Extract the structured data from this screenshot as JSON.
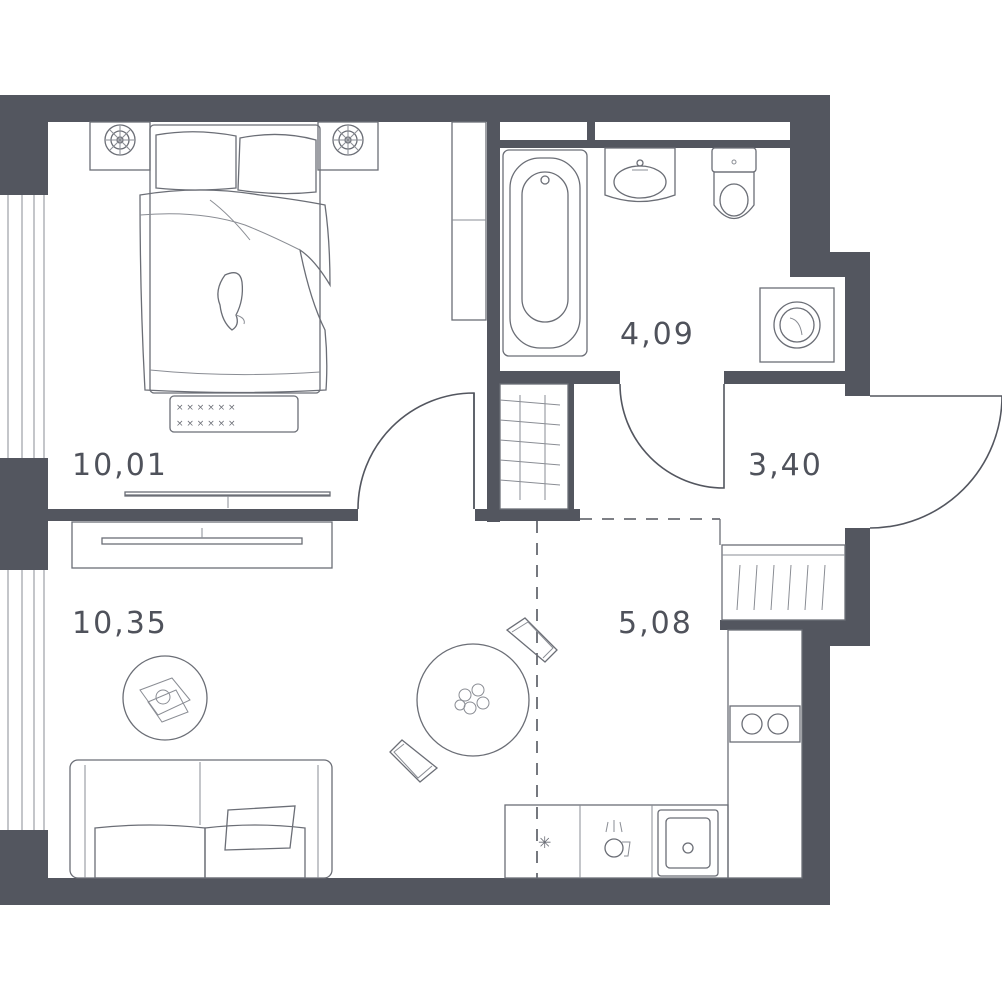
{
  "rooms": [
    {
      "id": "bedroom",
      "area": "10,01"
    },
    {
      "id": "living-room",
      "area": "10,35"
    },
    {
      "id": "bathroom",
      "area": "4,09"
    },
    {
      "id": "hallway",
      "area": "3,40"
    },
    {
      "id": "kitchen",
      "area": "5,08"
    }
  ],
  "colors": {
    "wall": "#53565f",
    "line": "#6b6e76",
    "label": "#4f525b",
    "background": "#ffffff"
  }
}
